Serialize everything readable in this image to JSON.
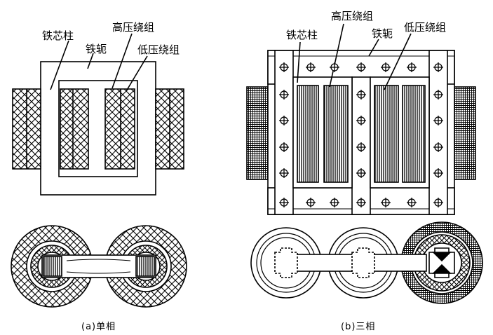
{
  "diagram": {
    "single_phase": {
      "caption": "(a)单相",
      "labels": {
        "core_limb": "铁芯柱",
        "yoke": "铁轭",
        "hv_winding": "高压绕组",
        "lv_winding": "低压绕组"
      }
    },
    "three_phase": {
      "caption": "(b)三相",
      "labels": {
        "core_limb": "铁芯柱",
        "yoke": "铁轭",
        "hv_winding": "高压绕组",
        "lv_winding": "低压绕组"
      }
    }
  }
}
